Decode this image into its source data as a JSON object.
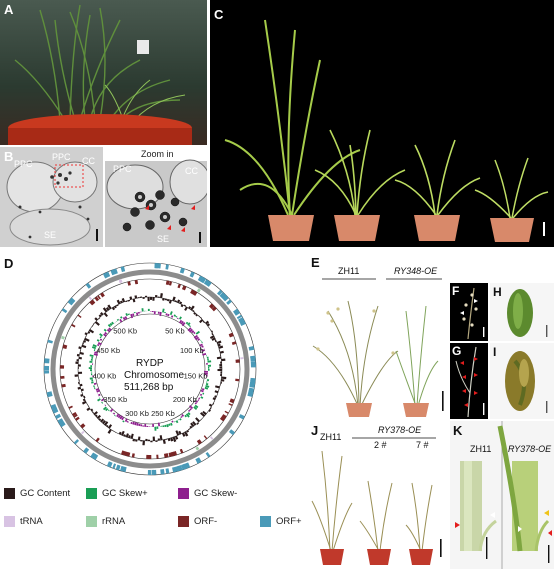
{
  "panels": {
    "A": {
      "label": "A"
    },
    "B": {
      "label": "B",
      "labels": [
        "PPC",
        "PPC",
        "CC",
        "SE"
      ],
      "zoom_title": "Zoom in",
      "zoom_labels": [
        "PPC",
        "CC",
        "SE"
      ]
    },
    "C": {
      "label": "C"
    },
    "D": {
      "label": "D",
      "center_title": "RYDP",
      "center_sub": "Chromosome",
      "center_size": "511,268 bp",
      "ticks": [
        "500 Kb",
        "450 Kb",
        "400 Kb",
        "350 Kb",
        "300 Kb",
        "250 Kb",
        "200 Kb",
        "150 Kb",
        "100 Kb",
        "50 Kb"
      ]
    },
    "E": {
      "label": "E",
      "left": "ZH11",
      "right": "RY348-OE"
    },
    "F": {
      "label": "F"
    },
    "G": {
      "label": "G"
    },
    "H": {
      "label": "H"
    },
    "I": {
      "label": "I"
    },
    "J": {
      "label": "J",
      "left": "ZH11",
      "right": "RY378-OE",
      "sub1": "2 #",
      "sub2": "7 #"
    },
    "K": {
      "label": "K",
      "left": "ZH11",
      "right": "RY378-OE"
    }
  },
  "legend": [
    {
      "label": "GC Content",
      "color": "#2a1a1a"
    },
    {
      "label": "GC Skew+",
      "color": "#1a9e55"
    },
    {
      "label": "GC Skew-",
      "color": "#8e1f8e"
    },
    {
      "label": "tRNA",
      "color": "#d8c3e3"
    },
    {
      "label": "rRNA",
      "color": "#9fd0a8"
    },
    {
      "label": "ORF-",
      "color": "#7a2626"
    },
    {
      "label": "ORF+",
      "color": "#4a9ab8"
    }
  ]
}
